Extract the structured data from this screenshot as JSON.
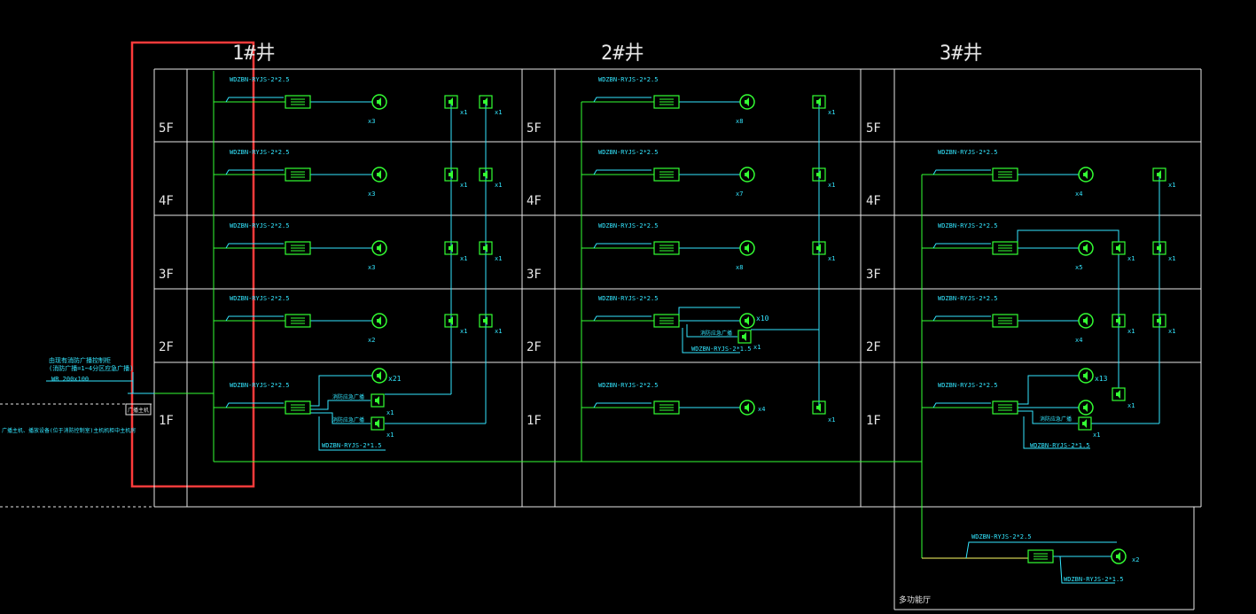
{
  "shafts": [
    {
      "label": "1#井"
    },
    {
      "label": "2#井"
    },
    {
      "label": "3#井"
    }
  ],
  "floors": [
    "5F",
    "4F",
    "3F",
    "2F",
    "1F"
  ],
  "cable_label": "WDZBN-RYJS-2*2.5",
  "branch_cable_label": "WDZBN-RYJS-2*1.5",
  "counts": {
    "s1": {
      "5F": "x3",
      "4F": "x3",
      "3F": "x3",
      "2F": "x2",
      "1F": "x21"
    },
    "s2": {
      "5F": "x8",
      "4F": "x7",
      "3F": "x8",
      "2F": "x10",
      "1F": "x4"
    },
    "s3": {
      "4F": "x4",
      "3F": "x5",
      "2F": "x4",
      "1F": "x13"
    },
    "x1": "x1",
    "x2": "x2"
  },
  "notes": {
    "left_note_1": "由现有消防广播控制柜",
    "left_note_2": "(消防广播=1~4分区应急广播)",
    "left_note_3": "WR 200x100",
    "left_note_4": "广播主机",
    "left_note_5": "广播主机、播放设备(位于消防控制室)主机机柜中主机房",
    "branch_note": "消防应急广播",
    "hall_label": "多功能厅"
  },
  "frame": {
    "color": "#e6e6e6",
    "highlight": "#ff3333"
  }
}
